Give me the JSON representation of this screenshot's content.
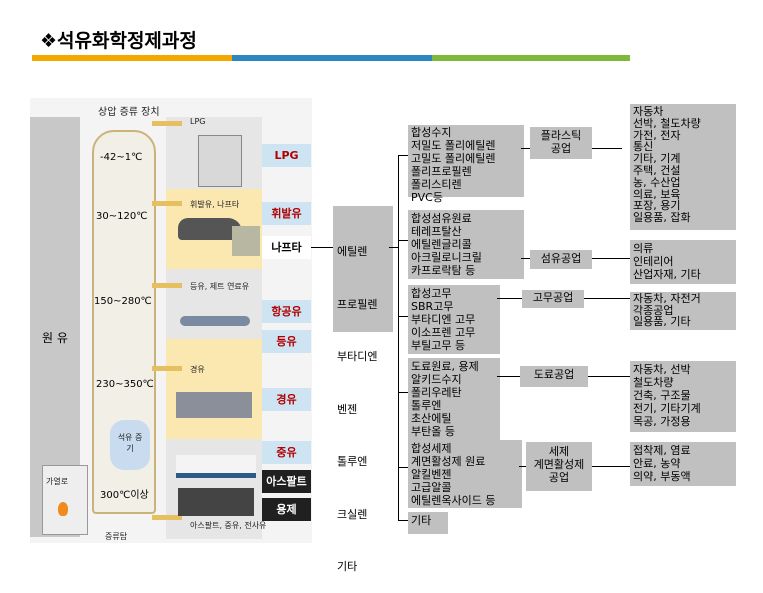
{
  "title": "❖석유화학정제과정",
  "colors": {
    "orange": "#f5a800",
    "blue": "#2e86c1",
    "green": "#7fb83a",
    "band": "#fbe8b0",
    "product_bg": "#cfe4f2",
    "product_text": "#b00000",
    "gray": "#c0c0c0"
  },
  "column": {
    "label": "상압 증류 장치",
    "crude": "원 유",
    "heater": "가열로",
    "bottom": "증류탑",
    "cloud": "석유 증기",
    "temps": [
      "-42~1℃",
      "30~120℃",
      "150~280℃",
      "230~350℃",
      "300℃이상"
    ],
    "captions": [
      "LPG",
      "휘발유, 나프타",
      "등유, 제트 연료유",
      "경유",
      "아스팔트, 중유, 전사유"
    ]
  },
  "products": [
    "LPG",
    "휘발유",
    "나프타",
    "항공유",
    "등유",
    "경유",
    "중유",
    "아스팔트",
    "용제"
  ],
  "naphtha_products": [
    "에틸렌",
    "프로필렌",
    "부타디엔",
    "벤젠",
    "톨루엔",
    "크실렌",
    "기타"
  ],
  "groups": [
    {
      "items": "합성수지\n저밀도 폴리에틸렌\n고밀도 폴리에틸렌\n폴리프로필렌\n폴리스티렌\nPVC등",
      "industry": "플라스틱\n공업",
      "uses": "자동차\n선박, 철도차량\n가전, 전자\n통신\n기타, 기계\n주택, 건설\n농, 수산업\n의료, 보육\n포장, 용기\n일용품, 잡화"
    },
    {
      "items": "합성섬유원료\n테레프탈산\n에틸렌글리콜\n아크릴로니크릴\n카프로락탐 등",
      "industry": "섬유공업",
      "uses": "의류\n인테리어\n산업자재, 기타"
    },
    {
      "items": "합성고무\nSBR고무\n부타디엔 고무\n이소프렌 고무\n부틸고무 등",
      "industry": "고무공업",
      "uses": "자동차, 자전거\n각종공업\n일용품, 기타"
    },
    {
      "items": "도료원료, 용제\n알키드수지\n폴리우레탄\n톨루엔\n초산에틸\n부탄올 등",
      "industry": "도료공업",
      "uses": "자동차, 선박\n철도차량\n건축, 구조물\n전기, 기타기계\n목공, 가정용"
    },
    {
      "items": "합성세제\n계면활성제 원료\n알킬벤젠\n고급알콜\n에틸렌옥사이드 등",
      "industry": "세제\n계면활성제\n공업",
      "uses": "접착제, 염료\n안료, 농약\n의약, 부동액"
    }
  ],
  "other": "기타"
}
